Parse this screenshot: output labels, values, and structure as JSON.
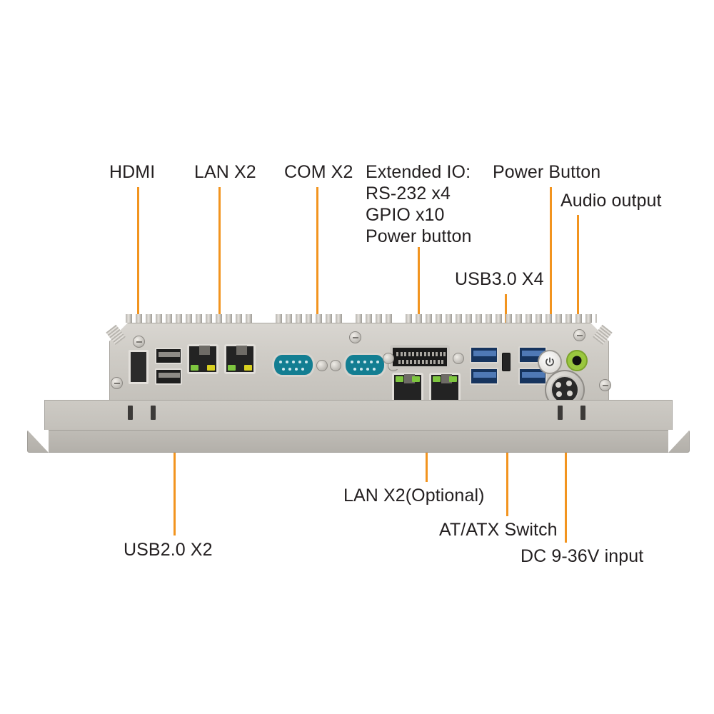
{
  "diagram": {
    "title": "Industrial Panel PC rear I/O layout",
    "accent_color": "#f2941f",
    "text_color": "#231f20"
  },
  "labels": {
    "hdmi": "HDMI",
    "lan_x2": "LAN X2",
    "com_x2": "COM X2",
    "extended_io": "Extended IO:\nRS-232 x4\nGPIO x10\nPower button",
    "power_button": "Power Button",
    "audio_output": "Audio output",
    "usb3": "USB3.0 X4",
    "usb2": "USB2.0 X2",
    "lan_optional": "LAN X2(Optional)",
    "at_atx_switch": "AT/ATX Switch",
    "dc_input": "DC 9-36V input"
  },
  "ports": {
    "hdmi": {
      "name": "HDMI",
      "count": 1
    },
    "usb2": {
      "name": "USB 2.0",
      "count": 2
    },
    "lan": {
      "name": "LAN",
      "count": 2
    },
    "com": {
      "name": "COM / RS-232 DB9",
      "count": 2
    },
    "extended_io": {
      "name": "Extended IO D-Sub",
      "count": 1
    },
    "lan_optional": {
      "name": "LAN Optional",
      "count": 2
    },
    "usb3": {
      "name": "USB 3.0",
      "count": 4
    },
    "at_atx": {
      "name": "AT/ATX Switch",
      "count": 1
    },
    "power_button": {
      "name": "Power Button",
      "count": 1
    },
    "audio": {
      "name": "Audio Output Jack",
      "count": 1
    },
    "dc_input": {
      "name": "DC 9-36V Input",
      "count": 1
    }
  }
}
